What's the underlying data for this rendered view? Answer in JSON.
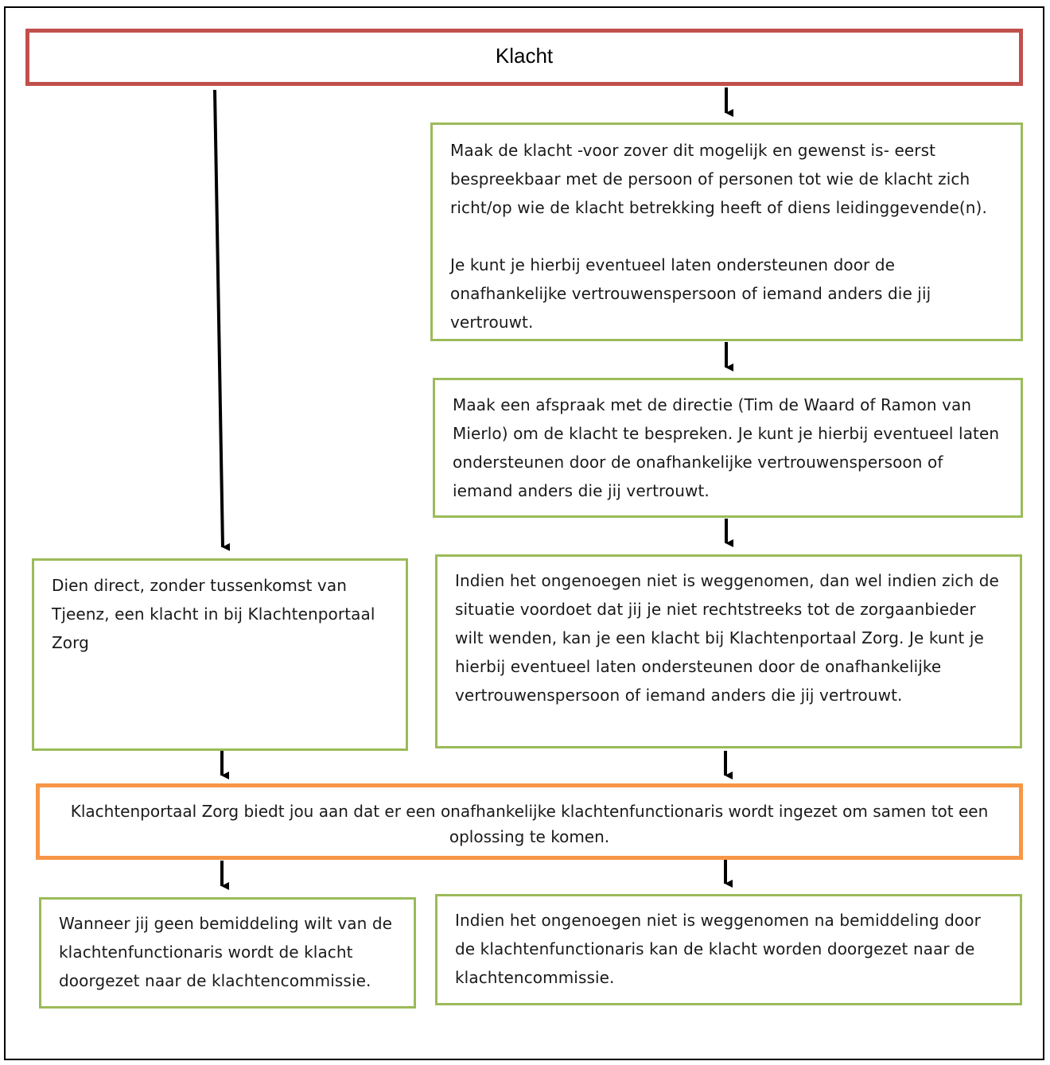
{
  "colors": {
    "red_border": "#c0504d",
    "green_border": "#9bbb59",
    "orange_border": "#f79646",
    "arrow": "#000000"
  },
  "top": {
    "title": "Klacht"
  },
  "right_column": {
    "step1": {
      "p1": "Maak de klacht -voor zover dit mogelijk en gewenst is- eerst bespreekbaar met de persoon of personen tot wie de klacht zich richt/op wie de klacht betrekking heeft of diens leidinggevende(n).",
      "p2": "Je kunt je hierbij eventueel laten ondersteunen door de onafhankelijke vertrouwenspersoon of iemand anders die jij vertrouwt."
    },
    "step2": "Maak een afspraak met de directie (Tim de Waard of Ramon van Mierlo) om de klacht te bespreken. Je kunt je hierbij eventueel laten ondersteunen door de onafhankelijke vertrouwenspersoon of iemand anders die jij vertrouwt.",
    "step3": "Indien het ongenoegen niet is weggenomen, dan wel indien zich de situatie voordoet dat jij je niet rechtstreeks tot de zorgaanbieder wilt wenden, kan je een klacht bij Klachtenportaal Zorg. Je kunt je hierbij eventueel laten ondersteunen door de onafhankelijke vertrouwenspersoon of iemand anders die jij vertrouwt."
  },
  "left_column": {
    "direct": "Dien direct, zonder tussenkomst van Tjeenz, een klacht in bij Klachtenportaal Zorg"
  },
  "mediation": {
    "text": "Klachtenportaal Zorg biedt jou aan dat er een onafhankelijke klachtenfunctionaris wordt ingezet om samen tot een oplossing te komen."
  },
  "outcomes": {
    "left": "Wanneer jij geen bemiddeling wilt van de klachtenfunctionaris wordt de klacht doorgezet naar de klachtencommissie.",
    "right": "Indien het ongenoegen niet is weggenomen na bemiddeling door de klachtenfunctionaris kan de klacht worden doorgezet naar de klachtencommissie."
  }
}
